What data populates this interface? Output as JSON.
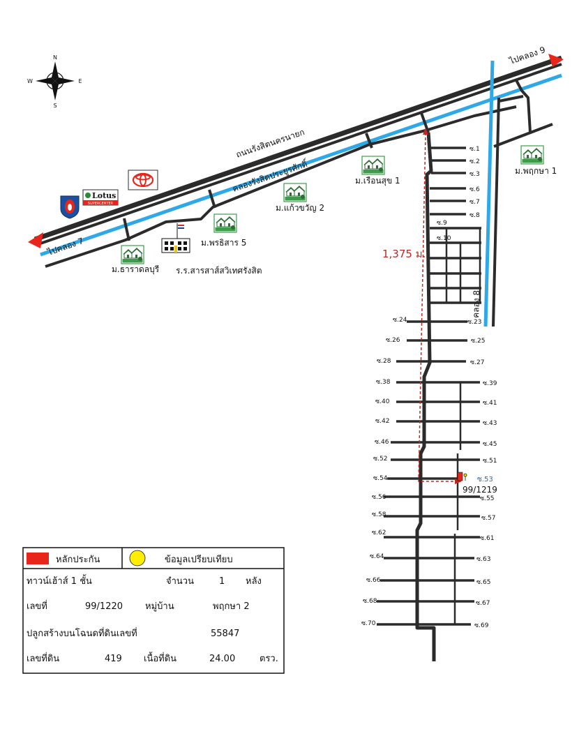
{
  "compass": {
    "n": "N",
    "s": "S",
    "e": "E",
    "w": "W"
  },
  "labels": {
    "to_khlong_9": "ไปคลอง 9",
    "to_khlong_7": "ไปคลอง 7",
    "road_rangsit": "ถนนรังสิตนครนายก",
    "canal_rangsit": "คลองรังสิตประยูรศักดิ์",
    "khlong_8": "คลอง 8",
    "lotus": "Lotus",
    "lotus_sub": "SUPERCENTER",
    "distance": "1,375 ม.",
    "target_soi": "ซ.53",
    "target_house": "99/1219"
  },
  "villages": {
    "ruean_suk_1": "ม.เรือนสุข 1",
    "kaew_khwan_2": "ม.แก้วขวัญ 2",
    "phrathisan_5": "ม.พรธิสาร 5",
    "tharadol_buri": "ม.ธาราดลบุรี",
    "phrueksa_1": "ม.พฤกษา 1",
    "school": "ร.ร.สารสาส์สวิเทศรังสิต"
  },
  "soi_right_upper": [
    "ซ.1",
    "ซ.2",
    "ซ.3",
    "ซ.6",
    "ซ.7",
    "ซ.8"
  ],
  "soi_mid": {
    "s9": "ซ.9",
    "s10": "ซ.10"
  },
  "soi_pairs": [
    {
      "l": "ซ.24",
      "r": "ซ.23"
    },
    {
      "l": "ซ.26",
      "r": "ซ.25"
    },
    {
      "l": "ซ.28",
      "r": "ซ.27"
    },
    {
      "l": "ซ.38",
      "r": "ซ.39"
    },
    {
      "l": "ซ.40",
      "r": "ซ.41"
    },
    {
      "l": "ซ.42",
      "r": "ซ.43"
    },
    {
      "l": "ซ.46",
      "r": "ซ.45"
    },
    {
      "l": "ซ.52",
      "r": "ซ.51"
    },
    {
      "l": "ซ.54",
      "r": ""
    },
    {
      "l": "ซ.56",
      "r": "ซ.55"
    },
    {
      "l": "ซ.58",
      "r": "ซ.57"
    },
    {
      "l": "ซ.62",
      "r": "ซ.61"
    },
    {
      "l": "ซ.64",
      "r": "ซ.63"
    },
    {
      "l": "ซ.66",
      "r": "ซ.65"
    },
    {
      "l": "ซ.68",
      "r": "ซ.67"
    },
    {
      "l": "ซ.70",
      "r": "ซ.69"
    }
  ],
  "legend": {
    "collateral": "หลักประกัน",
    "comparison": "ข้อมูลเปรียบเทียบ",
    "type": "ทาวน์เฮ้าส์ 1 ชั้น",
    "qty_label": "จำนวน",
    "qty_value": "1",
    "qty_unit": "หลัง",
    "no_label": "เลขที่",
    "no_value": "99/1220",
    "village_label": "หมู่บ้าน",
    "village_value": "พฤกษา 2",
    "deed_label": "ปลูกสร้างบนโฉนดที่ดินเลขที่",
    "deed_value": "55847",
    "land_no_label": "เลขที่ดิน",
    "land_no_value": "419",
    "area_label": "เนื้อที่ดิน",
    "area_value": "24.00",
    "area_unit": "ตรว."
  },
  "colors": {
    "canal": "#2ea8e6",
    "road": "#2b2b2b",
    "arrow": "#e8251b",
    "collateral": "#e8251b",
    "comparison": "#ffee00",
    "distance": "#c0271f",
    "target_soi": "#1f6fb5",
    "village_icon": "#3e9d4a"
  }
}
